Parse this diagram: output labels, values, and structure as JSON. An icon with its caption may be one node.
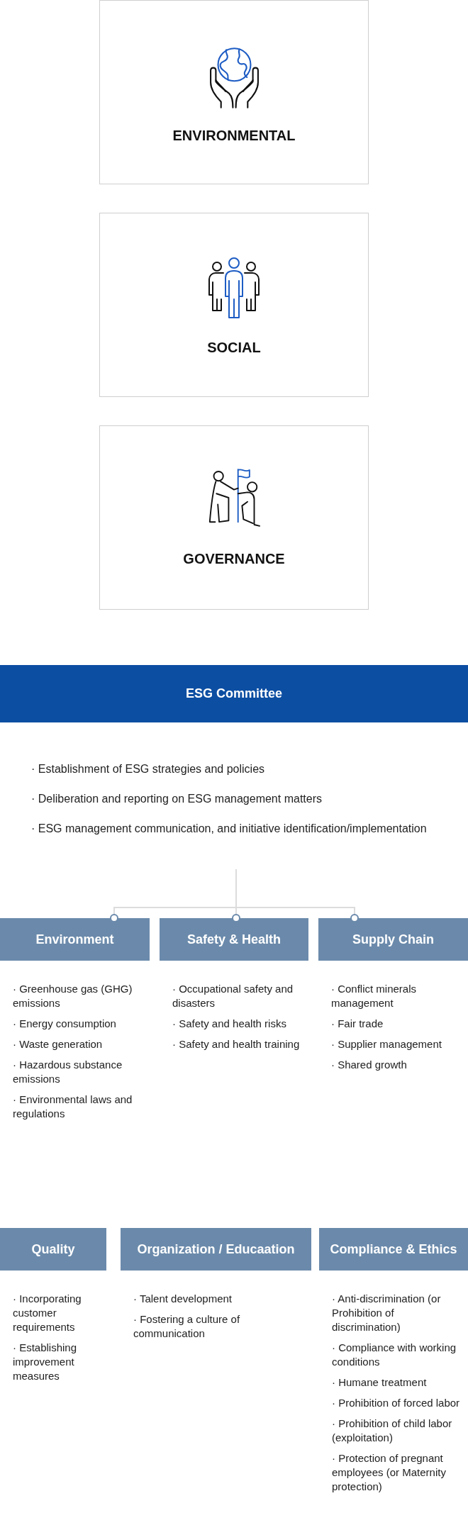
{
  "diagram": {
    "nodes": [
      {
        "text": [
          "ENVIRONMENTAL"
        ]
      },
      {
        "text": [
          "SOCIAL"
        ]
      },
      {
        "text": [
          "GOVERNANCE"
        ]
      },
      {
        "text": [
          "ESG Committee"
        ],
        "beside": [
          "· Establishment of ESG strategies and policies",
          "· Deliberation and reporting on ESG management matters",
          "· ESG management communication, and initiative identification/implementation"
        ]
      },
      {
        "text": [
          "Environment"
        ],
        "beside": [
          "· Greenhouse gas (GHG) emissions",
          "· Energy consumption",
          "· Waste generation",
          "· Hazardous substance emissions",
          "· Environmental laws and regulations"
        ]
      },
      {
        "text": [
          "Safety & Health"
        ],
        "beside": [
          "· Occupational safety and disasters",
          "· Safety and health risks",
          "· Safety and health training"
        ]
      },
      {
        "text": [
          "Supply Chain"
        ],
        "beside": [
          "· Conflict minerals management",
          "· Fair trade",
          "· Supplier management",
          "· Shared growth"
        ]
      },
      {
        "text": [
          "Quality"
        ],
        "beside": [
          "· Incorporating customer requirements",
          "· Establishing improvement measures"
        ]
      },
      {
        "text": [
          "Organization / Educaation"
        ],
        "beside": [
          "· Talent development",
          "· Fostering a culture of communication"
        ]
      },
      {
        "text": [
          "Compliance & Ethics"
        ],
        "beside": [
          "· Anti-discrimination (or Prohibition of discrimination)",
          "· Compliance with working conditions",
          "· Humane treatment",
          "· Prohibition of forced labor",
          "· Prohibition of child labor (exploitation)",
          "· Protection of pregnant employees (or Maternity protection)"
        ]
      }
    ],
    "edges": [
      {
        "from": 3,
        "to": 4,
        "arrow": "other"
      },
      {
        "from": 3,
        "to": 5,
        "arrow": "other"
      },
      {
        "from": 3,
        "to": 6,
        "arrow": "other"
      }
    ]
  }
}
